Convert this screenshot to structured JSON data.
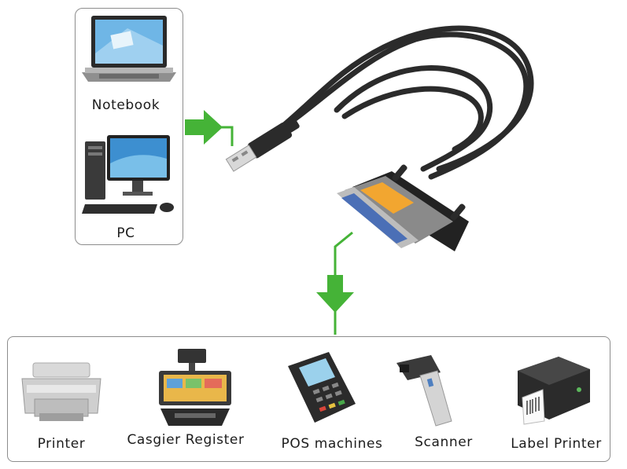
{
  "source_devices": [
    {
      "label": "Notebook",
      "icon": "notebook-icon"
    },
    {
      "label": "PC",
      "icon": "desktop-pc-icon"
    }
  ],
  "target_devices": [
    {
      "label": "Printer",
      "icon": "printer-icon"
    },
    {
      "label": "Casgier Register",
      "icon": "cash-register-icon"
    },
    {
      "label": "POS machines",
      "icon": "pos-terminal-icon"
    },
    {
      "label": "Scanner",
      "icon": "barcode-scanner-icon"
    },
    {
      "label": "Label Printer",
      "icon": "label-printer-icon"
    }
  ],
  "colors": {
    "arrow": "#45b337",
    "cable": "#2b2b2b",
    "connector_body": "#8a8a8a",
    "connector_label": "#f2a630",
    "port_blue": "#4b6fb6",
    "border": "#8d8d8d"
  }
}
